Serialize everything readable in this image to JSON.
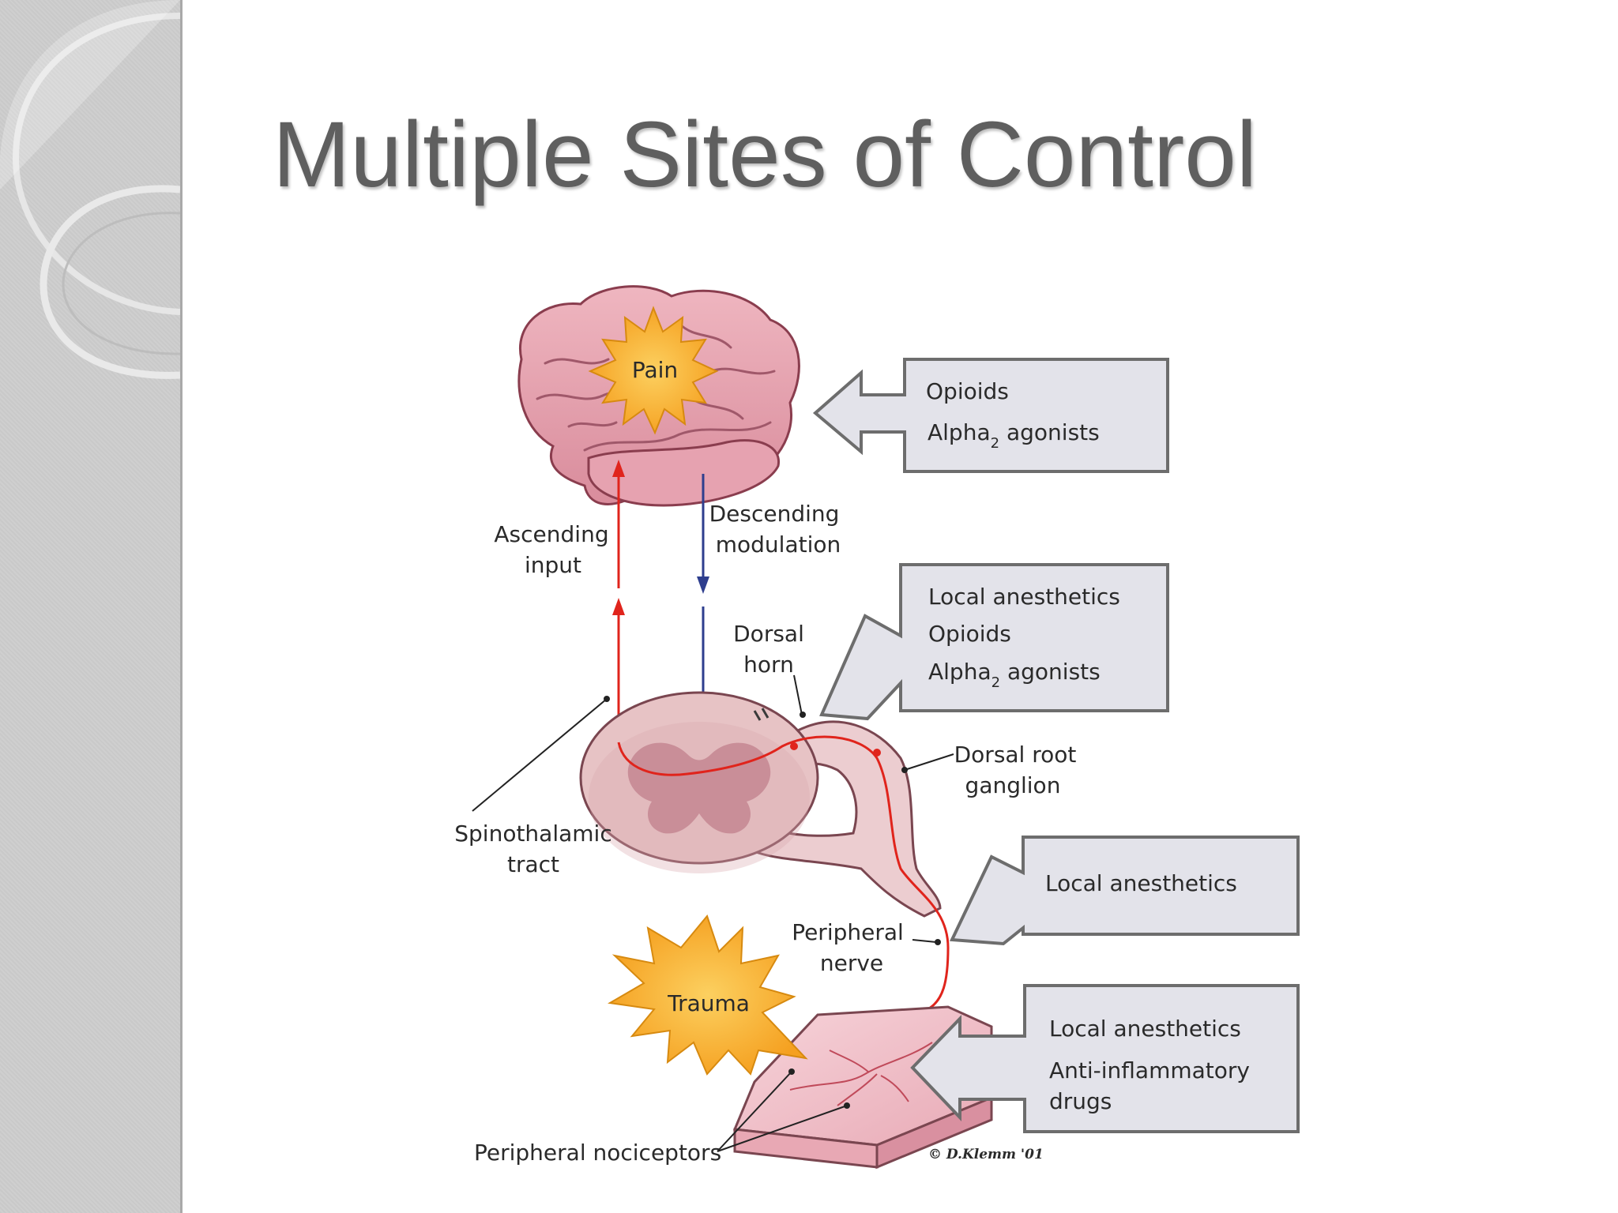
{
  "title": "Multiple Sites of Control",
  "diagram": {
    "pain_label": "Pain",
    "trauma_label": "Trauma",
    "labels": {
      "ascending_1": "Ascending",
      "ascending_2": "input",
      "descending_1": "Descending",
      "descending_2": "modulation",
      "dorsal_horn_1": "Dorsal",
      "dorsal_horn_2": "horn",
      "drg_1": "Dorsal root",
      "drg_2": "ganglion",
      "spinothalamic_1": "Spinothalamic",
      "spinothalamic_2": "tract",
      "peripheral_nerve_1": "Peripheral",
      "peripheral_nerve_2": "nerve",
      "nociceptors": "Peripheral nociceptors"
    },
    "boxes": {
      "brain": {
        "line1": "Opioids",
        "line2_main": "Alpha",
        "line2_sub": "2",
        "line2_rest": " agonists"
      },
      "spinal": {
        "line1": "Local anesthetics",
        "line2": "Opioids",
        "line3_main": "Alpha",
        "line3_sub": "2",
        "line3_rest": " agonists"
      },
      "nerve": {
        "line1": "Local anesthetics"
      },
      "tissue": {
        "line1": "Local anesthetics",
        "line2": "Anti-inflammatory",
        "line3": "drugs"
      }
    },
    "credit": "© D.Klemm '01"
  },
  "colors": {
    "brain": "#e8a9b4",
    "brain_dark": "#b86a7a",
    "burst": "#f7a928",
    "burst_light": "#fcd060",
    "red_path": "#e0241c",
    "blue_path": "#2e3e8e",
    "box_fill": "#e3e3ea",
    "box_stroke": "#6d6d6d",
    "cord": "#e7c3c5",
    "grey_matter": "#c98e98",
    "skin": "#f1c4cc"
  }
}
